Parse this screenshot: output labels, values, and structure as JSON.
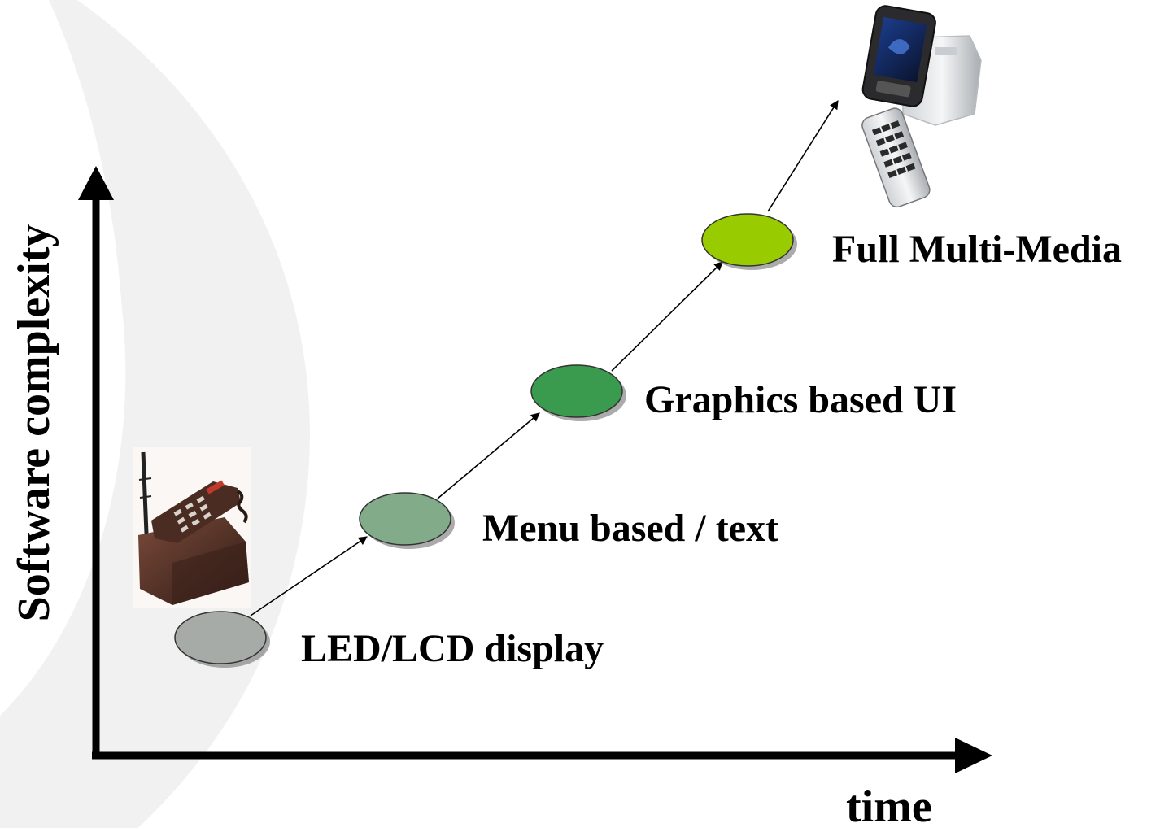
{
  "axes": {
    "x_label": "time",
    "y_label": "Software complexity"
  },
  "stages": [
    {
      "label": "LED/LCD display",
      "color": "#a7aba7"
    },
    {
      "label": "Menu based / text",
      "color": "#82ab8a"
    },
    {
      "label": "Graphics based UI",
      "color": "#3a9a4e"
    },
    {
      "label": "Full Multi-Media",
      "color": "#99cc00"
    }
  ],
  "images": [
    {
      "icon": "brick-car-phone-icon"
    },
    {
      "icon": "modern-phone-icon"
    }
  ]
}
